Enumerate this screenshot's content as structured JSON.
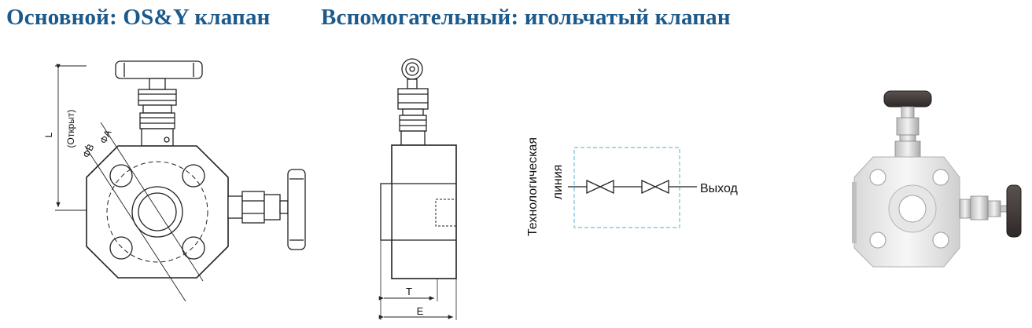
{
  "titles": {
    "main": "Основной: OS&Y клапан",
    "auxiliary": "Вспомогательный: игольчатый клапан"
  },
  "front_view": {
    "dim_length": "L",
    "dim_length_note": "(Открыт)",
    "dim_bolt_circle": "ΦA",
    "dim_outer": "ΦB"
  },
  "side_view": {
    "dim_thickness": "T",
    "dim_total": "E"
  },
  "schematic": {
    "inlet_label_line1": "Технологическая",
    "inlet_label_line2": "линия",
    "outlet_label": "Выход",
    "box_color": "#8cc8e0"
  },
  "colors": {
    "title": "#1c5a8c",
    "line": "#222222",
    "handle_dark": "#3a3432"
  }
}
